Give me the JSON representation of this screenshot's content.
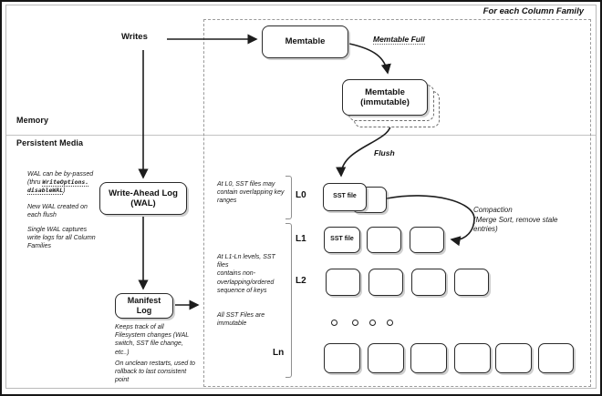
{
  "frame": {
    "memory": "Memory",
    "persistent": "Persistent Media",
    "column_family": "For each Column Family"
  },
  "nodes": {
    "writes": "Writes",
    "memtable": "Memtable",
    "memtable_immutable_line1": "Memtable",
    "memtable_immutable_line2": "(immutable)",
    "wal_line1": "Write-Ahead Log",
    "wal_line2": "(WAL)",
    "manifest_line1": "Manifest",
    "manifest_line2": "Log",
    "sst_file": "SST file"
  },
  "edges": {
    "memtable_full": "Memtable Full",
    "flush": "Flush",
    "compaction": [
      "Compaction",
      "(Merge Sort, remove stale",
      "entries)"
    ]
  },
  "levels": {
    "l0": "L0",
    "l1": "L1",
    "l2": "L2",
    "ln": "Ln"
  },
  "notes": {
    "wal_bypass": {
      "l1": "WAL can be by-passed",
      "l2_prefix": "(thru ",
      "l2_code": "WriteOptions.",
      "l3_code": "disableWAL",
      "l3_suffix": ")"
    },
    "wal_new": [
      "New WAL created on",
      "each flush"
    ],
    "wal_single": [
      "Single WAL captures",
      "write logs for all Column",
      "Families"
    ],
    "manifest_tracks": [
      "Keeps track of all",
      "Filesystem changes (WAL",
      "switch, SST file change,",
      "etc..)"
    ],
    "manifest_restarts": [
      "On unclean restarts, used to",
      "rollback to last consistent",
      "point"
    ],
    "l0_note": [
      "At L0, SST files may",
      "contain overlapping key",
      "ranges"
    ],
    "l1_note": [
      "At L1-Ln levels, SST files",
      "contains non-",
      "overlapping/ordered",
      "sequence of keys"
    ],
    "immutable_note": [
      "All SST Files are",
      "immutable"
    ]
  },
  "colors": {
    "stroke": "#1d1d1d",
    "dashed_border": "#9a9a9a",
    "background": "#ffffff"
  }
}
